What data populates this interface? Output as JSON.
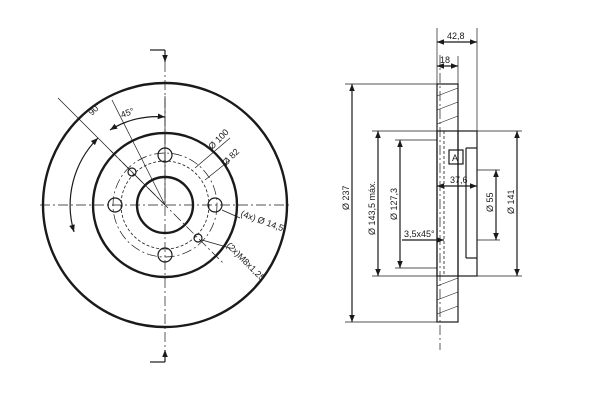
{
  "front_view": {
    "angle_90": "90°",
    "angle_45": "45°",
    "pcd": "Ø 100",
    "hub_bore": "Ø 82",
    "bolt_holes": "(4x) Ø 14,5",
    "threaded_holes": "(2x)M8x1,25"
  },
  "side_view": {
    "total_thickness": "42,8",
    "disc_thickness": "18",
    "outer_diameter": "Ø 237",
    "max_diameter": "Ø 143,5 máx.",
    "diameter_127": "Ø 127,3",
    "hat_depth": "37,6",
    "chamfer": "3,5x45°",
    "centre_diameter": "Ø 55",
    "hub_diameter": "Ø 141",
    "datum": "A"
  }
}
